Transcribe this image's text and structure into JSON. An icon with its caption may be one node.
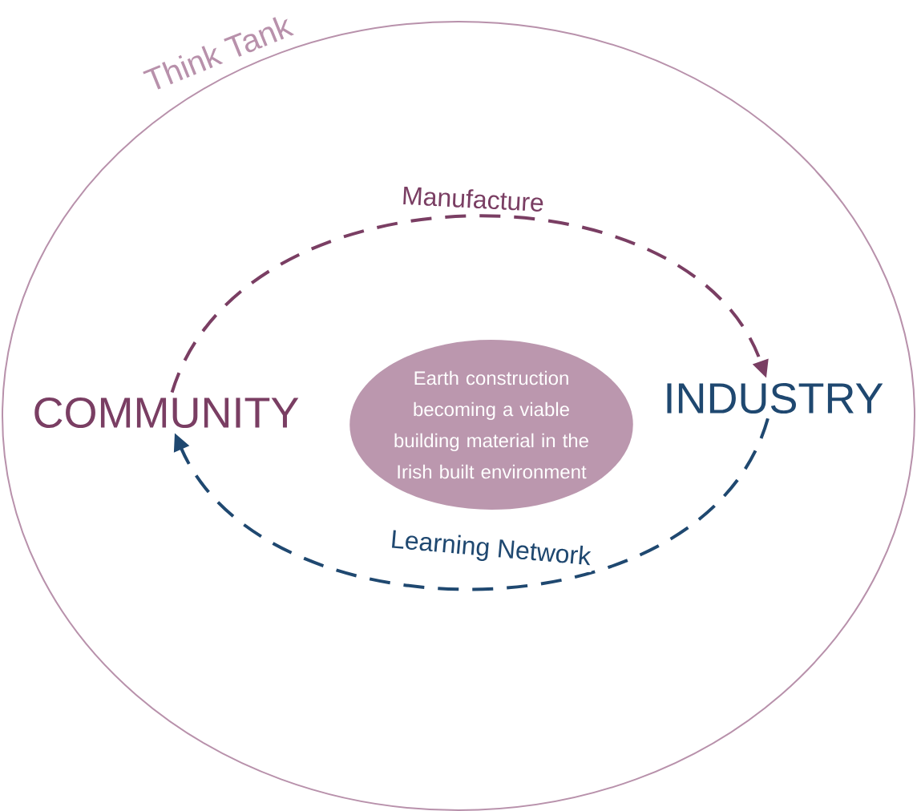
{
  "diagram": {
    "nodes": [
      {
        "text": [
          "Think Tank"
        ]
      },
      {
        "text": [
          "COMMUNITY"
        ],
        "in": 0
      },
      {
        "text": [
          "INDUSTRY"
        ],
        "in": 0
      },
      {
        "text": [
          "Earth construction becoming a viable building material in the Irish built environment"
        ],
        "in": 0
      }
    ],
    "edges": [
      {
        "from": 1,
        "to": 2,
        "arrow": "to",
        "label": "Manufacture",
        "style": "dashed",
        "color": "#7a3e63"
      },
      {
        "from": 2,
        "to": 1,
        "arrow": "to",
        "label": "Learning Network",
        "style": "dashed",
        "color": "#1f4870"
      }
    ]
  }
}
